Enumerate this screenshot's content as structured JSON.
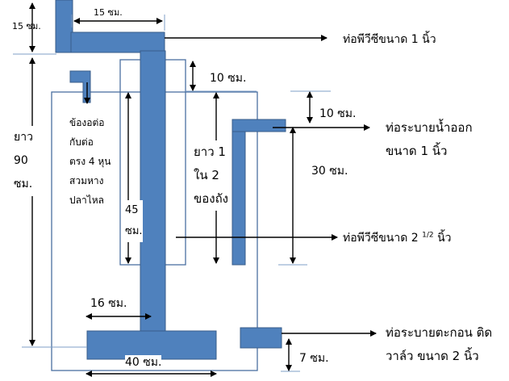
{
  "labels": {
    "left_top_dim": "15 ซม.",
    "top_width_dim": "15 ซม.",
    "pvc_1in_label": "ท่อพีวีซีขนาด 1 นิ้ว",
    "gap_10_top": "10 ซม.",
    "tank_height_lines": [
      "ยาว",
      "90",
      "ซม."
    ],
    "reducer_note_lines": [
      "ข้องอต่อ",
      "กับต่อ",
      "ตรง 4 หุน",
      "สวมหาง",
      "ปลาไหล"
    ],
    "outlet_gap_dim": "10 ซม.",
    "outlet_label_lines": [
      "ท่อระบายน้ำออก",
      "ขนาด 1 นิ้ว"
    ],
    "inner_pipe_lines": [
      "45",
      "ซม."
    ],
    "third_of_tank_lines": [
      "ยาว 1",
      "ใน 2",
      "ของถัง"
    ],
    "outlet_length_dim": "30 ซม.",
    "pvc_2half_prefix": "ท่อพีวีซีขนาด 2",
    "pvc_2half_frac": "1/2",
    "pvc_2half_suffix": "นิ้ว",
    "base_inset_dim": "16 ซม.",
    "sediment_label_lines": [
      "ท่อระบายตะกอน ติด",
      "วาล์ว ขนาด 2 นิ้ว"
    ],
    "sediment_height_dim": "7 ซม.",
    "base_width_dim": "40 ซม."
  },
  "colors": {
    "pipe_fill": "#4f81bd",
    "pipe_stroke": "#385d8a",
    "tank_stroke": "#4a6fa0",
    "inner_stroke": "#4a6fa0",
    "line": "#000000"
  }
}
